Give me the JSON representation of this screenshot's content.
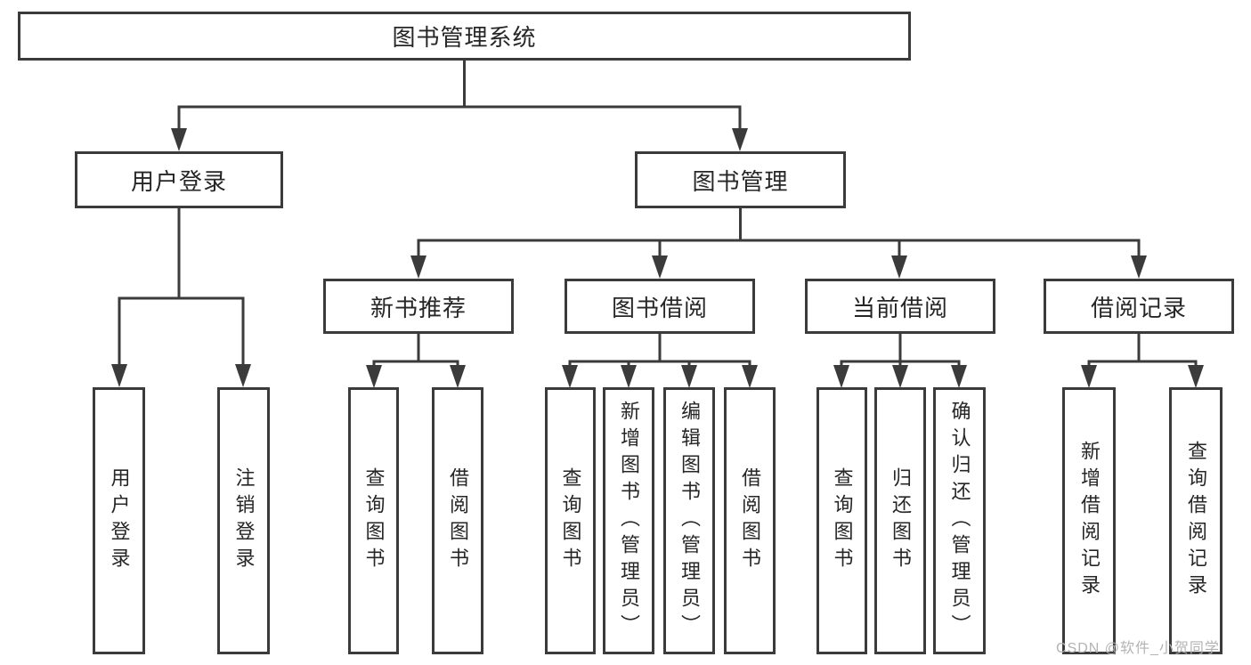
{
  "tree": {
    "label": "图书管理系统",
    "children": [
      {
        "label": "用户登录",
        "children": [
          {
            "label": "用户登录"
          },
          {
            "label": "注销登录"
          }
        ]
      },
      {
        "label": "图书管理",
        "children": [
          {
            "label": "新书推荐",
            "children": [
              {
                "label": "查询图书"
              },
              {
                "label": "借阅图书"
              }
            ]
          },
          {
            "label": "图书借阅",
            "children": [
              {
                "label": "查询图书"
              },
              {
                "label": "新增图书（管理员）"
              },
              {
                "label": "编辑图书（管理员）"
              },
              {
                "label": "借阅图书"
              }
            ]
          },
          {
            "label": "当前借阅",
            "children": [
              {
                "label": "查询图书"
              },
              {
                "label": "归还图书"
              },
              {
                "label": "确认归还（管理员）"
              }
            ]
          },
          {
            "label": "借阅记录",
            "children": [
              {
                "label": "新增借阅记录"
              },
              {
                "label": "查询借阅记录"
              }
            ]
          }
        ]
      }
    ]
  },
  "watermark": {
    "text": "CSDN @软件_小贺同学"
  },
  "colors": {
    "line": "#3b3b3b",
    "text": "#262626",
    "watermark": "#b3b3b3",
    "background": "#ffffff"
  }
}
